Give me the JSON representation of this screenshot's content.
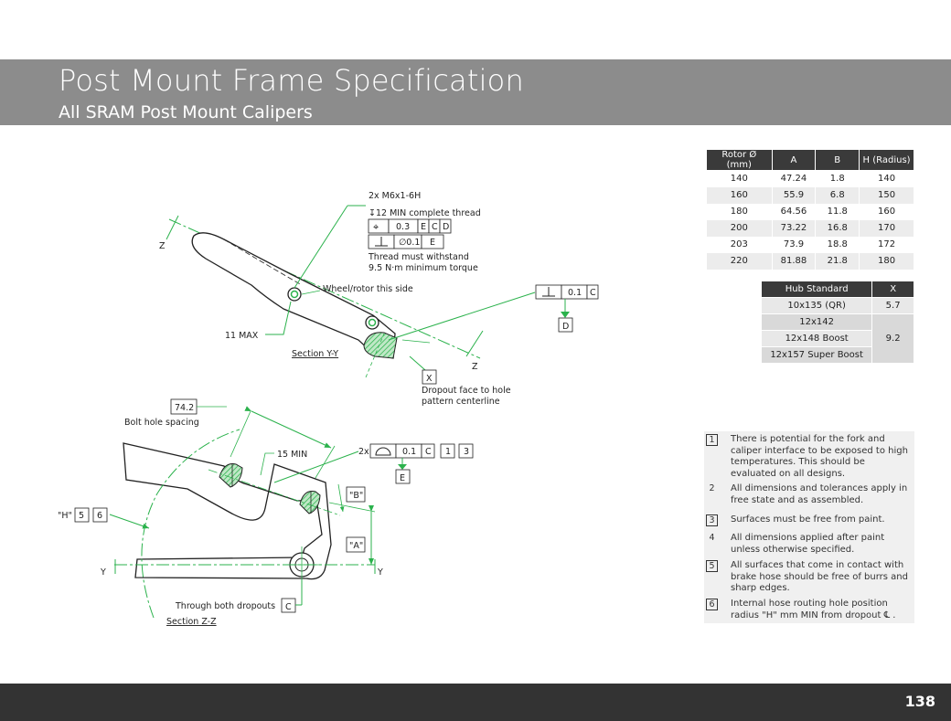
{
  "header": {
    "title": "Post Mount Frame Specification",
    "subtitle": "All SRAM Post Mount Calipers"
  },
  "footer": {
    "page_number": "138"
  },
  "rotor_table": {
    "headers": [
      "Rotor Ø (mm)",
      "A",
      "B",
      "H (Radius)"
    ],
    "rows": [
      [
        "140",
        "47.24",
        "1.8",
        "140"
      ],
      [
        "160",
        "55.9",
        "6.8",
        "150"
      ],
      [
        "180",
        "64.56",
        "11.8",
        "160"
      ],
      [
        "200",
        "73.22",
        "16.8",
        "170"
      ],
      [
        "203",
        "73.9",
        "18.8",
        "172"
      ],
      [
        "220",
        "81.88",
        "21.8",
        "180"
      ]
    ]
  },
  "hub_table": {
    "headers": [
      "Hub Standard",
      "X"
    ],
    "rows": [
      [
        "10x135 (QR)",
        "5.7"
      ],
      [
        "12x142",
        "9.2"
      ],
      [
        "12x148 Boost",
        ""
      ],
      [
        "12x157 Super Boost",
        ""
      ]
    ]
  },
  "notes": [
    {
      "num": "1",
      "boxed": true,
      "text": "There is potential for the fork and caliper interface to be exposed to high temperatures. This should be evaluated on all designs."
    },
    {
      "num": "2",
      "boxed": false,
      "text": "All dimensions and tolerances apply in free state and as assembled."
    },
    {
      "num": "3",
      "boxed": true,
      "text": "Surfaces must be free from paint."
    },
    {
      "num": "4",
      "boxed": false,
      "text": "All dimensions applied after paint unless otherwise specified."
    },
    {
      "num": "5",
      "boxed": true,
      "text": "All surfaces that come in contact with brake hose should be free of burrs and sharp edges."
    },
    {
      "num": "6",
      "boxed": true,
      "text": "Internal hose routing hole position radius \"H\" mm MIN from dropout ℄ ."
    }
  ],
  "drawing": {
    "thread_spec": "2x M6x1-6H",
    "thread_depth": "↧12 MIN complete thread",
    "pos_tol": "0.3",
    "pos_datums": [
      "E",
      "C",
      "D"
    ],
    "perp_tol": "∅0.1",
    "perp_datum": "E",
    "torque_line1": "Thread must withstand",
    "torque_line2": "9.5 N·m minimum torque",
    "wheel_side": "Wheel/rotor this side",
    "perp_fc_tol": "0.1",
    "perp_fc_datum": "C",
    "datum_d": "D",
    "max_label": "11 MAX",
    "section_yy": "Section Y-Y",
    "datum_x": "X",
    "dropout_note1": "Dropout face to hole",
    "dropout_note2": "pattern centerline",
    "z_label": "Z",
    "bolt_spacing_value": "74.2",
    "bolt_spacing_label": "Bolt hole spacing",
    "min15": "15 MIN",
    "profile_prefix": "2x",
    "profile_tol": "0.1",
    "profile_datum": "C",
    "profile_notes": [
      "1",
      "3"
    ],
    "datum_e": "E",
    "dim_b": "\"B\"",
    "dim_a": "\"A\"",
    "dim_h": "\"H\"",
    "h_notes": [
      "5",
      "6"
    ],
    "y_label": "Y",
    "dropouts_label": "Through both dropouts",
    "datum_c": "C",
    "section_zz": "Section Z-Z"
  }
}
